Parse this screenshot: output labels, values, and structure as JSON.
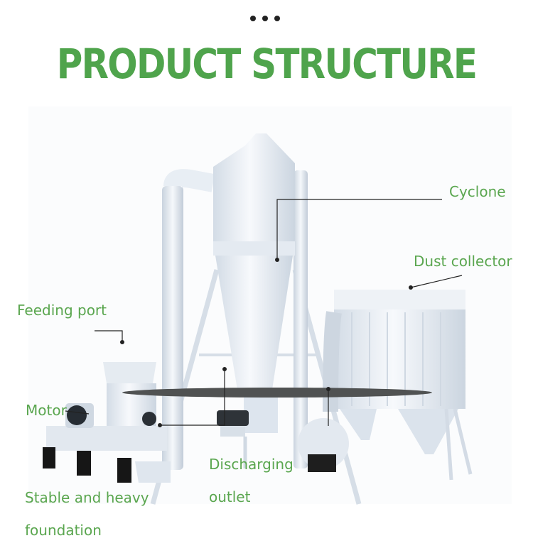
{
  "header": {
    "menu_icon": "three-dots-icon",
    "title": "PRODUCT STRUCTURE"
  },
  "labels": {
    "cyclone": "Cyclone",
    "dust_collector": "Dust collector",
    "feeding_port": "Feeding port",
    "motor": "Motor",
    "discharging_line1": "Discharging",
    "discharging_line2": "outlet",
    "stable_line1": "Stable and heavy",
    "stable_line2": "foundation"
  },
  "colors": {
    "title": "#4fa44c",
    "label": "#5aa64f",
    "leader": "#222222",
    "machine": "#dfe7ef"
  }
}
